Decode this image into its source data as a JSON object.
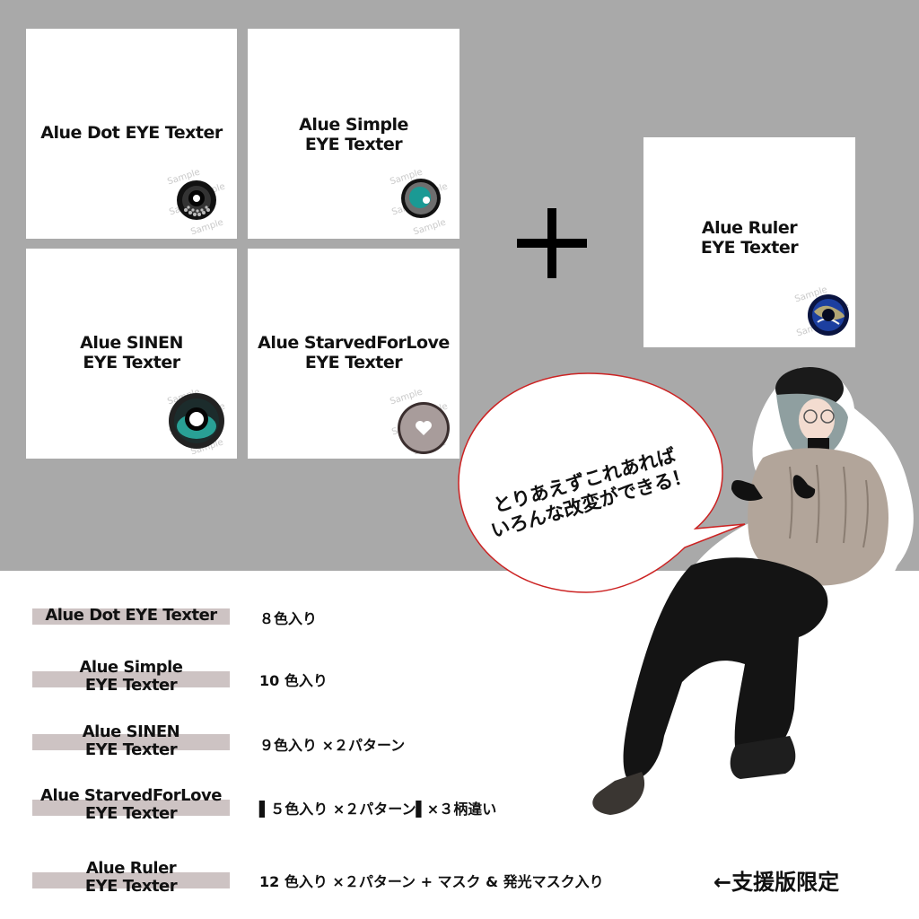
{
  "cards": [
    {
      "id": "dot",
      "title_lines": [
        "Alue Dot EYE Texter"
      ]
    },
    {
      "id": "simple",
      "title_lines": [
        "Alue Simple",
        "EYE Texter"
      ]
    },
    {
      "id": "sinen",
      "title_lines": [
        "Alue SINEN",
        "EYE Texter"
      ]
    },
    {
      "id": "starved",
      "title_lines": [
        "Alue StarvedForLove",
        "EYE Texter"
      ]
    },
    {
      "id": "ruler",
      "title_lines": [
        "Alue Ruler",
        "EYE Texter"
      ]
    }
  ],
  "watermark_text": "Sample",
  "plus_icon": "plus-icon",
  "speech_bubble": {
    "line1": "とりあえずこれあれば",
    "line2": "いろんな改変ができる！"
  },
  "rows": [
    {
      "label_lines": [
        "Alue Dot EYE Texter"
      ],
      "desc": "８色入り"
    },
    {
      "label_lines": [
        "Alue Simple",
        "EYE Texter"
      ],
      "desc": "10 色入り"
    },
    {
      "label_lines": [
        "Alue SINEN",
        "EYE Texter"
      ],
      "desc": "９色入り ×２パターン"
    },
    {
      "label_lines": [
        "Alue StarvedForLove",
        "EYE Texter"
      ],
      "desc": "▌５色入り ×２パターン▌×３柄違い"
    },
    {
      "label_lines": [
        "Alue Ruler",
        "EYE Texter"
      ],
      "desc": "12 色入り ×２パターン + マスク & 発光マスク入り"
    }
  ],
  "support_note": "←支援版限定",
  "colors": {
    "background_top": "#a9a9a9",
    "card": "#ffffff",
    "label_bar": "#cdc3c3",
    "bubble_border": "#cc2222",
    "teal_eye": "#1a9a94"
  }
}
